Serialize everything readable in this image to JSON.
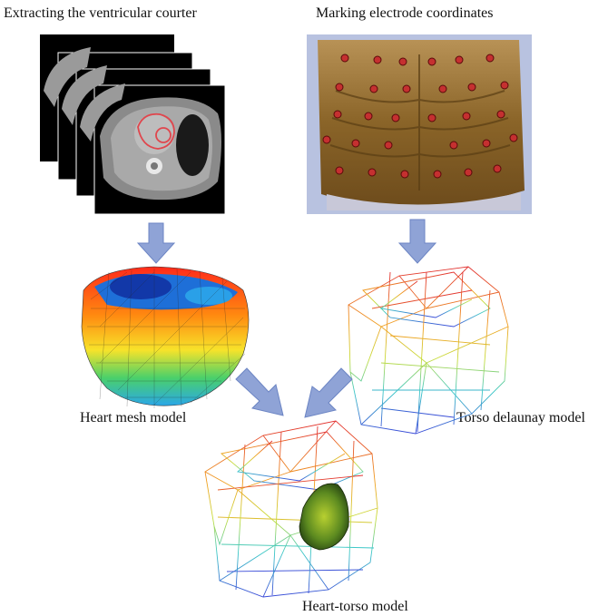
{
  "labels": {
    "ct_title": "Extracting the ventricular courter",
    "electrode_title": "Marking electrode coordinates",
    "heart_mesh": "Heart mesh model",
    "torso_model": "Torso delaunay model",
    "combined_model": "Heart-torso model"
  },
  "colors": {
    "arrow": "#8fa3d6",
    "arrow_edge": "#6c85c4",
    "contour": "#e0464d",
    "ct_background": "#000000",
    "torso_skin": "#8a6428",
    "electrode": "#c53030"
  }
}
